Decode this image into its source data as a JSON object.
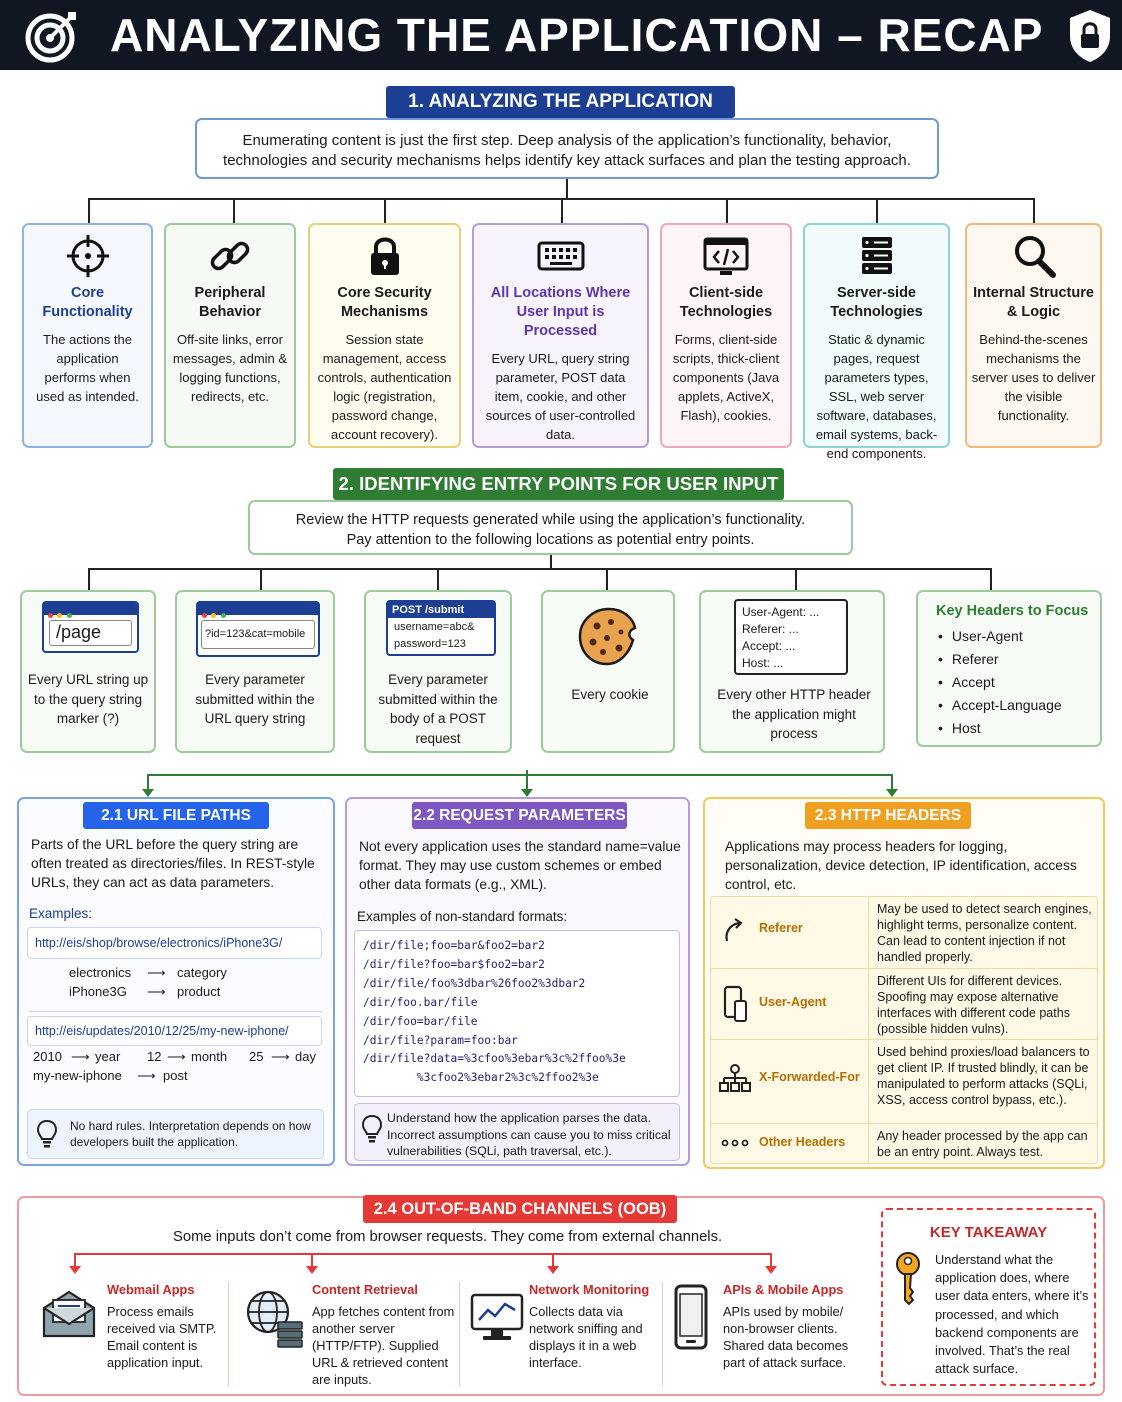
{
  "header": {
    "title": "ANALYZING THE APPLICATION – RECAP"
  },
  "s1": {
    "title": "1. ANALYZING THE APPLICATION",
    "intro": "Enumerating content is just the first step. Deep analysis of the application’s functionality, behavior, technologies and security mechanisms helps identify key attack surfaces and plan the testing approach.",
    "cards": [
      {
        "title": "Core Functionality",
        "desc": "The actions the application performs when used as intended.",
        "icon": "crosshair-icon"
      },
      {
        "title": "Peripheral Behavior",
        "desc": "Off-site links, error messages, admin & logging functions, redirects, etc.",
        "icon": "chain-link-icon"
      },
      {
        "title": "Core Security Mechanisms",
        "desc": "Session state management, access controls, authentication logic (registration, password change, account recovery).",
        "icon": "padlock-icon"
      },
      {
        "title": "All Locations Where User Input is Processed",
        "desc": "Every URL, query string parameter, POST data item, cookie, and other sources of user-controlled data.",
        "icon": "keyboard-icon"
      },
      {
        "title": "Client-side Technologies",
        "desc": "Forms, client-side scripts, thick-client components (Java applets, ActiveX, Flash), cookies.",
        "icon": "code-window-icon"
      },
      {
        "title": "Server-side Technologies",
        "desc": "Static & dynamic pages, request parameters types, SSL, web server software, databases, email systems, back-end components.",
        "icon": "server-rack-icon"
      },
      {
        "title": "Internal Structure & Logic",
        "desc": "Behind-the-scenes mechanisms the server uses to deliver the visible functionality.",
        "icon": "magnifier-icon"
      }
    ]
  },
  "s2": {
    "title": "2. IDENTIFYING ENTRY POINTS FOR USER INPUT",
    "intro1": "Review the HTTP requests generated while using the application’s functionality.",
    "intro2": "Pay attention to the following locations as potential entry points.",
    "url_mock": "/page",
    "query_mock": "?id=123&cat=mobile",
    "post_mock_head": "POST  /submit",
    "post_mock_l1": "username=abc&",
    "post_mock_l2": "password=123",
    "hdr_mock": [
      "User-Agent: ...",
      "Referer: ...",
      "Accept: ...",
      "Host: ..."
    ],
    "ep": [
      "Every URL string up to the query string marker (?)",
      "Every parameter submitted within the URL query string",
      "Every parameter submitted within the body of a POST request",
      "Every cookie",
      "Every other HTTP header the application might process"
    ],
    "key_headers_title": "Key Headers to Focus",
    "key_headers": [
      "User-Agent",
      "Referer",
      "Accept",
      "Accept-Language",
      "Host"
    ]
  },
  "s21": {
    "title": "2.1 URL FILE PATHS",
    "desc": "Parts of the URL before the query string are often treated as directories/files. In REST-style URLs, they can act as data parameters.",
    "examples_label": "Examples:",
    "url1": "http://eis/shop/browse/electronics/iPhone3G/",
    "map1": [
      [
        "electronics",
        "category"
      ],
      [
        "iPhone3G",
        "product"
      ]
    ],
    "url2": "http://eis/updates/2010/12/25/my-new-iphone/",
    "map2_row1": [
      [
        "2010",
        "year"
      ],
      [
        "12",
        "month"
      ],
      [
        "25",
        "day"
      ]
    ],
    "map2_row2": [
      "my-new-iphone",
      "post"
    ],
    "arrow": "⟶",
    "tip": "No hard rules. Interpretation depends on how developers built the application."
  },
  "s22": {
    "title": "2.2 REQUEST PARAMETERS",
    "desc": "Not every application uses the standard name=value format. They may use custom schemes or embed other data formats (e.g., XML).",
    "examples_label": "Examples of non-standard formats:",
    "code": [
      "/dir/file;foo=bar&foo2=bar2",
      "/dir/file?foo=bar$foo2=bar2",
      "/dir/file/foo%3dbar%26foo2%3dbar2",
      "/dir/foo.bar/file",
      "/dir/foo=bar/file",
      "/dir/file?param=foo:bar",
      "/dir/file?data=%3cfoo%3ebar%3c%2ffoo%3e",
      "        %3cfoo2%3ebar2%3c%2ffoo2%3e"
    ],
    "tip": "Understand how the application parses the data. Incorrect assumptions can cause you to miss critical vulnerabilities (SQLi, path traversal, etc.)."
  },
  "s23": {
    "title": "2.3 HTTP HEADERS",
    "desc": "Applications may process headers for logging, personalization, device detection, IP identification, access control, etc.",
    "rows": [
      {
        "name": "Referer",
        "desc": "May be used to detect search engines, highlight terms, personalize content. Can lead to content injection if not handled properly.",
        "icon": "redirect-arrow-icon"
      },
      {
        "name": "User-Agent",
        "desc": "Different UIs for different devices. Spoofing may expose alternative interfaces with different code paths (possible hidden vulns).",
        "icon": "devices-icon"
      },
      {
        "name": "X-Forwarded-For",
        "desc": "Used behind proxies/load balancers to get client IP. If trusted blindly, it can be manipulated to perform attacks (SQLi, XSS, access control bypass, etc.).",
        "icon": "network-tree-icon"
      },
      {
        "name": "Other Headers",
        "desc": "Any header processed by the app can be an entry point. Always test.",
        "icon": "ellipsis-icon"
      }
    ]
  },
  "s24": {
    "title": "2.4 OUT-OF-BAND CHANNELS (OOB)",
    "desc": "Some inputs don’t come from browser requests. They come from external channels.",
    "items": [
      {
        "title": "Webmail Apps",
        "desc": "Process emails received via SMTP. Email content is application input.",
        "icon": "envelope-icon"
      },
      {
        "title": "Content Retrieval",
        "desc": "App fetches content from another server (HTTP/FTP). Supplied URL & retrieved content are inputs.",
        "icon": "globe-server-icon"
      },
      {
        "title": "Network Monitoring",
        "desc": "Collects data via network sniffing and displays it in a web interface.",
        "icon": "monitor-graph-icon"
      },
      {
        "title": "APIs & Mobile Apps",
        "desc": "APIs used by mobile/ non-browser clients. Shared data becomes part of attack surface.",
        "icon": "phone-icon"
      }
    ],
    "takeaway_title": "KEY TAKEAWAY",
    "takeaway": "Understand what the application does, where user data enters, where it’s processed, and which backend components are involved. That’s the real attack surface."
  },
  "colors": {
    "navy": "#1c3f94",
    "green": "#2e7d32",
    "blue": "#2563eb",
    "purple": "#7e57c2",
    "amber": "#f0a020",
    "red": "#e53935",
    "header": "#111722"
  }
}
